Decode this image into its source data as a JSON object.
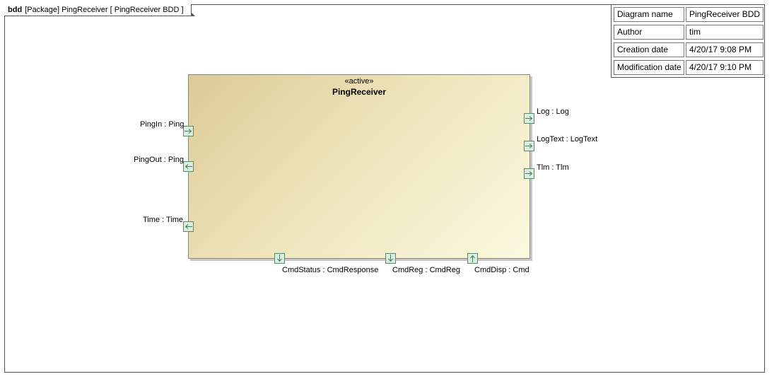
{
  "frame": {
    "keyword": "bdd",
    "title": "[Package] PingReceiver [ PingReceiver BDD ]"
  },
  "info_table": {
    "rows": [
      {
        "key": "Diagram name",
        "value": "PingReceiver BDD"
      },
      {
        "key": "Author",
        "value": "tim"
      },
      {
        "key": "Creation date",
        "value": "4/20/17 9:08 PM"
      },
      {
        "key": "Modification date",
        "value": "4/20/17 9:10 PM"
      }
    ]
  },
  "block": {
    "stereotype": "«active»",
    "name": "PingReceiver"
  },
  "ports": {
    "pingin": {
      "label": "PingIn : Ping",
      "direction": "in"
    },
    "pingout": {
      "label": "PingOut : Ping",
      "direction": "out"
    },
    "time": {
      "label": "Time : Time",
      "direction": "out"
    },
    "log": {
      "label": "Log : Log",
      "direction": "out"
    },
    "logtext": {
      "label": "LogText : LogText",
      "direction": "out"
    },
    "tlm": {
      "label": "Tlm : Tlm",
      "direction": "out"
    },
    "cmdstatus": {
      "label": "CmdStatus : CmdResponse",
      "direction": "down"
    },
    "cmdreg": {
      "label": "CmdReg : CmdReg",
      "direction": "down"
    },
    "cmddisp": {
      "label": "CmdDisp : Cmd",
      "direction": "up"
    }
  },
  "colors": {
    "port_fill": "#d8efe0",
    "port_border": "#5a8a6a",
    "block_gradient_start": "#dccb96",
    "block_gradient_end": "#fcf9e0"
  }
}
